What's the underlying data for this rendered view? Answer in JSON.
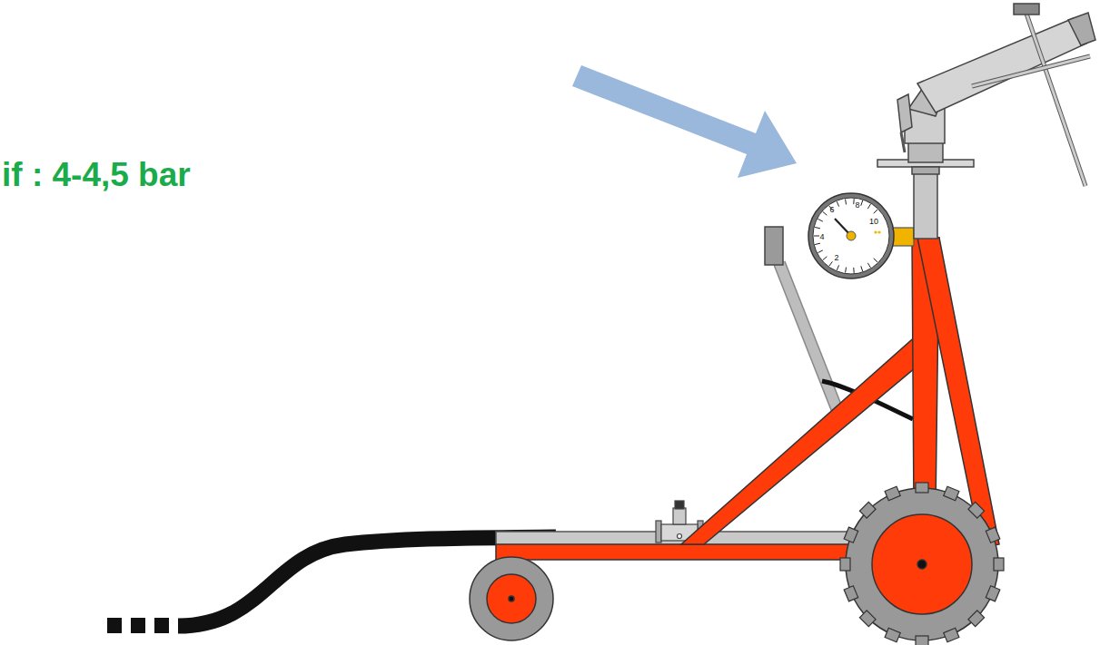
{
  "diagram": {
    "labels": [
      "if : 4-4,5 bar",
      "2",
      "4",
      "6",
      "8",
      "10"
    ]
  }
}
